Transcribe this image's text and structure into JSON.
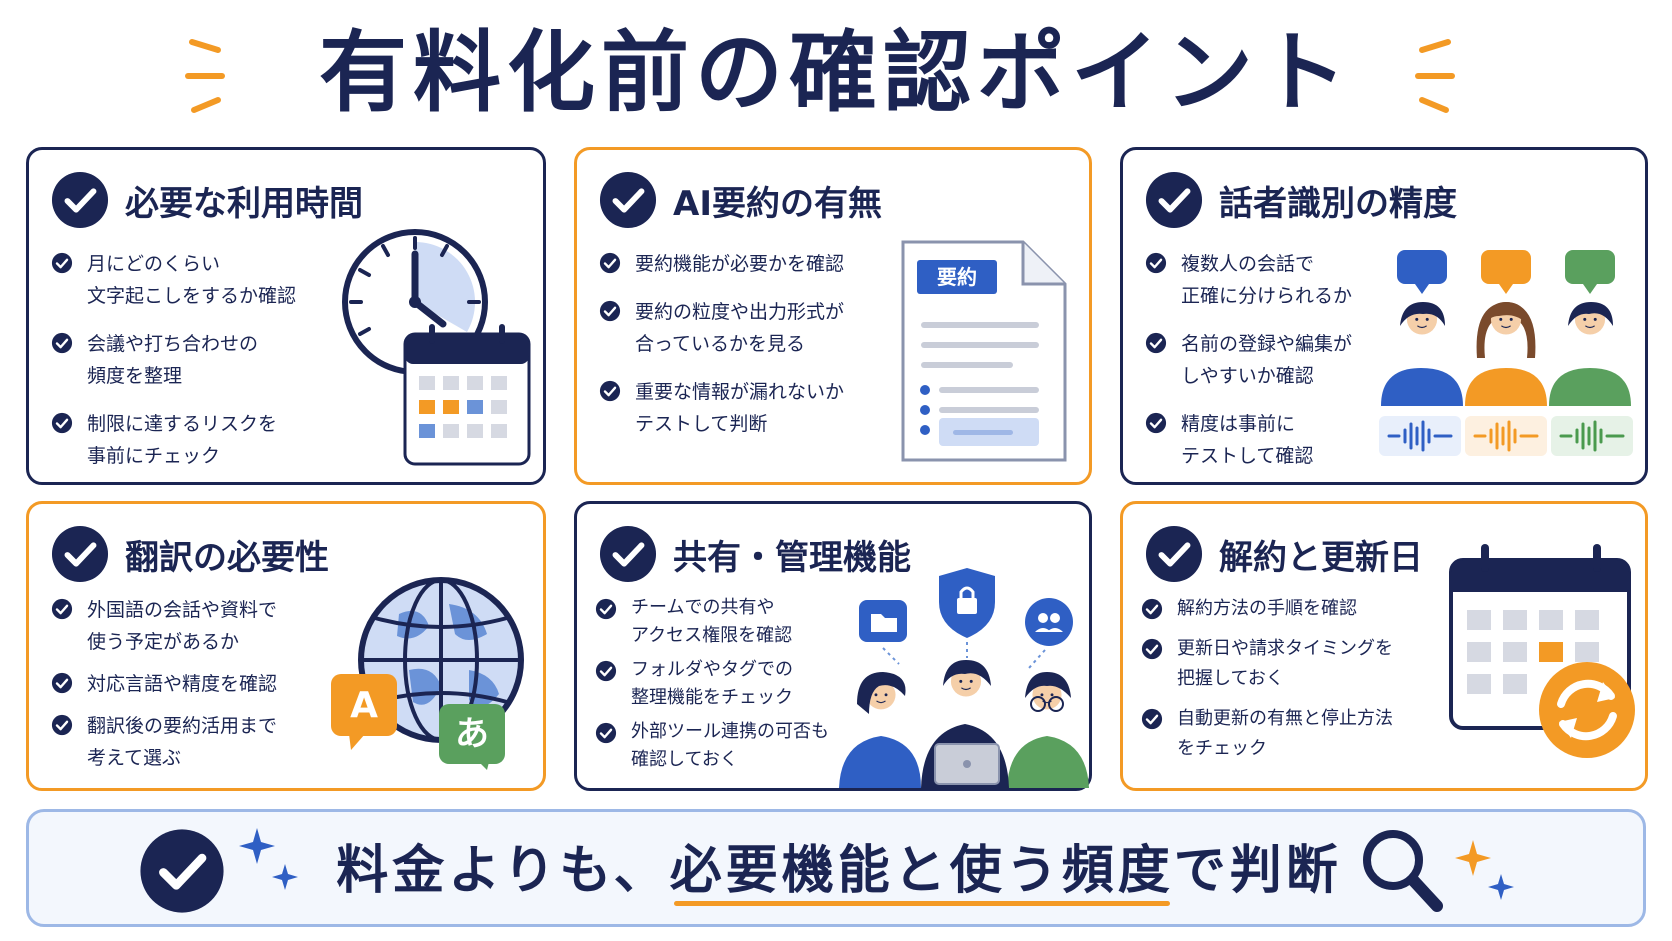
{
  "page": {
    "title": "有料化前の確認ポイント",
    "colors": {
      "navy": "#1b2553",
      "orange": "#f39a25",
      "blue": "#2f5fc4",
      "green": "#4a9a4e",
      "light_blue": "#cfdcf5"
    }
  },
  "cards": [
    {
      "title": "必要な利用時間",
      "icon": "clock-calendar-illustration",
      "items": [
        "月にどのくらい\n文字起こしをするか確認",
        "会議や打ち合わせの\n頻度を整理",
        "制限に達するリスクを\n事前にチェック"
      ]
    },
    {
      "title": "AI要約の有無",
      "icon": "summary-document-illustration",
      "doc_label": "要約",
      "items": [
        "要約機能が必要かを確認",
        "要約の粒度や出力形式が\n合っているかを見る",
        "重要な情報が漏れないか\nテストして判断"
      ]
    },
    {
      "title": "話者識別の精度",
      "icon": "speakers-illustration",
      "items": [
        "複数人の会話で\n正確に分けられるか",
        "名前の登録や編集が\nしやすいか確認",
        "精度は事前に\nテストして確認"
      ]
    },
    {
      "title": "翻訳の必要性",
      "icon": "globe-translate-illustration",
      "bubble_a": "A",
      "bubble_b": "あ",
      "items": [
        "外国語の会話や資料で\n使う予定があるか",
        "対応言語や精度を確認",
        "翻訳後の要約活用まで\n考えて選ぶ"
      ]
    },
    {
      "title": "共有・管理機能",
      "icon": "team-sharing-illustration",
      "items": [
        "チームでの共有や\nアクセス権限を確認",
        "フォルダやタグでの\n整理機能をチェック",
        "外部ツール連携の可否も\n確認しておく"
      ]
    },
    {
      "title": "解約と更新日",
      "icon": "calendar-renew-illustration",
      "items": [
        "解約方法の手順を確認",
        "更新日や請求タイミングを\n把握しておく",
        "自動更新の有無と停止方法\nをチェック"
      ]
    }
  ],
  "banner": {
    "text_before": "料金よりも、",
    "text_highlight": "必要機能と使う頻度",
    "text_after": "で判断"
  }
}
